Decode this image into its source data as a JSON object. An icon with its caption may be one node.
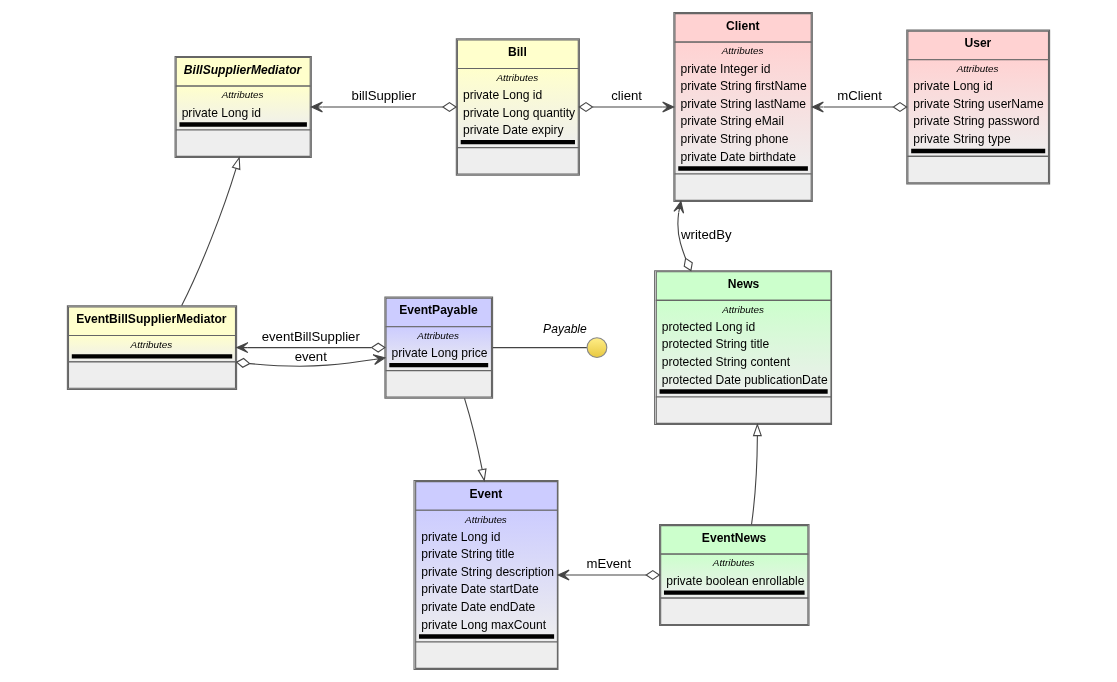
{
  "diagram": {
    "nodes": [
      {
        "text": [
          "BillSupplierMediator",
          "Attributes",
          "private Long id"
        ]
      },
      {
        "text": [
          "Bill",
          "Attributes",
          "private Long id",
          "private Long quantity",
          "private Date expiry"
        ]
      },
      {
        "text": [
          "Client",
          "Attributes",
          "private Integer id",
          "private String firstName",
          "private String lastName",
          "private String eMail",
          "private String phone",
          "private Date birthdate"
        ]
      },
      {
        "text": [
          "User",
          "Attributes",
          "private Long id",
          "private String userName",
          "private String password",
          "private String type"
        ]
      },
      {
        "text": [
          "EventBillSupplierMediator",
          "Attributes"
        ]
      },
      {
        "text": [
          "Payable"
        ]
      },
      {
        "text": [
          "EventPayable",
          "Attributes",
          "private Long price"
        ]
      },
      {
        "text": [
          "News",
          "Attributes",
          "protected Long id",
          "protected String title",
          "protected String content",
          "protected Date publicationDate"
        ]
      },
      {
        "text": [
          "Event",
          "Attributes",
          "private Long id",
          "private String title",
          "private String description",
          "private Date startDate",
          "private Date endDate",
          "private Long maxCount"
        ]
      },
      {
        "text": [
          "EventNews",
          "Attributes",
          "private boolean enrollable"
        ]
      }
    ],
    "edges": [
      {
        "from": 1,
        "to": 0,
        "arrow": "to",
        "label": "billSupplier"
      },
      {
        "from": 1,
        "to": 2,
        "arrow": "to",
        "label": "client"
      },
      {
        "from": 3,
        "to": 2,
        "arrow": "to",
        "label": "mClient"
      },
      {
        "from": 4,
        "to": 0,
        "arrow": "to"
      },
      {
        "from": 6,
        "to": 4,
        "arrow": "to",
        "label": "eventBillSupplier"
      },
      {
        "from": 4,
        "to": 6,
        "arrow": "to",
        "label": "event"
      },
      {
        "from": 5,
        "to": 6,
        "arrow": "none"
      },
      {
        "from": 7,
        "to": 2,
        "arrow": "to",
        "label": "writedBy"
      },
      {
        "from": 6,
        "to": 8,
        "arrow": "to"
      },
      {
        "from": 9,
        "to": 7,
        "arrow": "to"
      },
      {
        "from": 9,
        "to": 8,
        "arrow": "to",
        "label": "mEvent"
      }
    ]
  }
}
